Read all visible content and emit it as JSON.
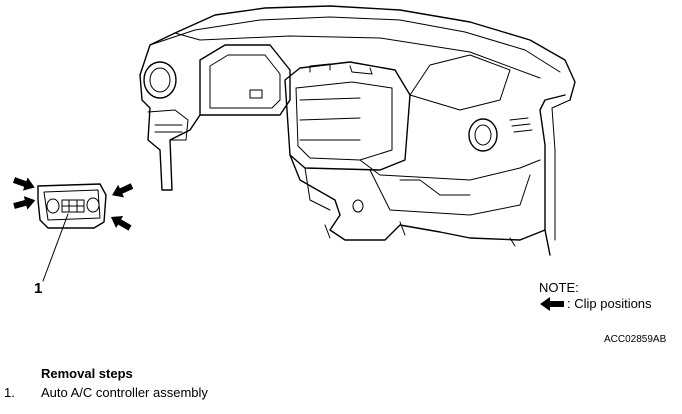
{
  "figure": {
    "callout_number": "1",
    "note": {
      "title": "NOTE:",
      "legend_text": ": Clip positions",
      "legend_icon": "clip-arrow-icon"
    },
    "figure_id": "ACC02859AB"
  },
  "removal": {
    "heading": "Removal steps",
    "steps": [
      {
        "number": "1.",
        "label": "Auto A/C controller assembly"
      }
    ]
  }
}
